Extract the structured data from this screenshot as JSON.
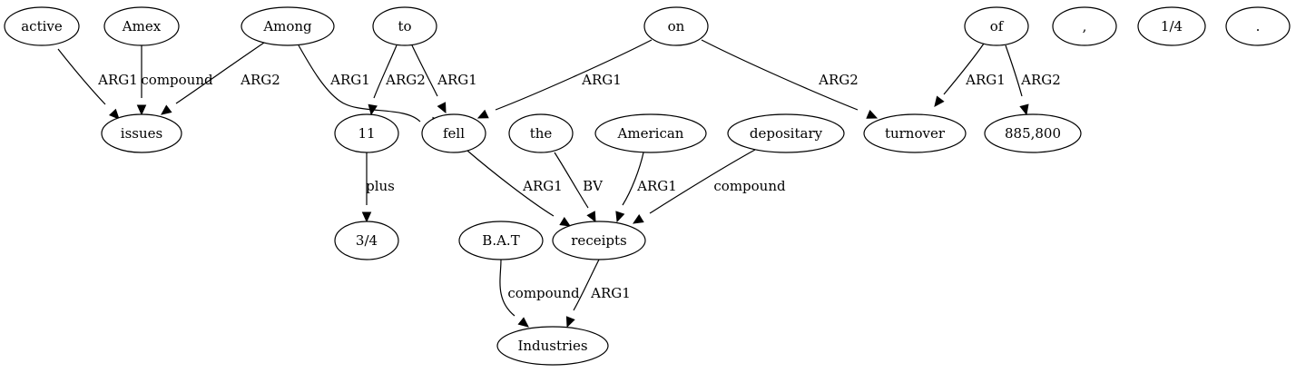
{
  "nodes": {
    "active": "active",
    "amex": "Amex",
    "among": "Among",
    "to": "to",
    "on": "on",
    "of": "of",
    "comma": ",",
    "quarter": "1/4",
    "period": ".",
    "issues": "issues",
    "eleven": "11",
    "fell": "fell",
    "the": "the",
    "american": "American",
    "depositary": "depositary",
    "turnover": "turnover",
    "num885800": "885,800",
    "three_quarters": "3/4",
    "bat": "B.A.T",
    "receipts": "receipts",
    "industries": "Industries"
  },
  "edges": [
    {
      "from": "active",
      "to": "issues",
      "label": "ARG1"
    },
    {
      "from": "amex",
      "to": "issues",
      "label": "compound"
    },
    {
      "from": "among",
      "to": "issues",
      "label": "ARG2"
    },
    {
      "from": "among",
      "to": "fell",
      "label": "ARG1"
    },
    {
      "from": "to",
      "to": "eleven",
      "label": "ARG2"
    },
    {
      "from": "to",
      "to": "fell",
      "label": "ARG1"
    },
    {
      "from": "on",
      "to": "fell",
      "label": "ARG1"
    },
    {
      "from": "on",
      "to": "turnover",
      "label": "ARG2"
    },
    {
      "from": "of",
      "to": "turnover",
      "label": "ARG1"
    },
    {
      "from": "of",
      "to": "num885800",
      "label": "ARG2"
    },
    {
      "from": "eleven",
      "to": "three_quarters",
      "label": "plus"
    },
    {
      "from": "fell",
      "to": "receipts",
      "label": "ARG1"
    },
    {
      "from": "the",
      "to": "receipts",
      "label": "BV"
    },
    {
      "from": "american",
      "to": "receipts",
      "label": "ARG1"
    },
    {
      "from": "depositary",
      "to": "receipts",
      "label": "compound"
    },
    {
      "from": "bat",
      "to": "industries",
      "label": "compound"
    },
    {
      "from": "receipts",
      "to": "industries",
      "label": "ARG1"
    }
  ]
}
